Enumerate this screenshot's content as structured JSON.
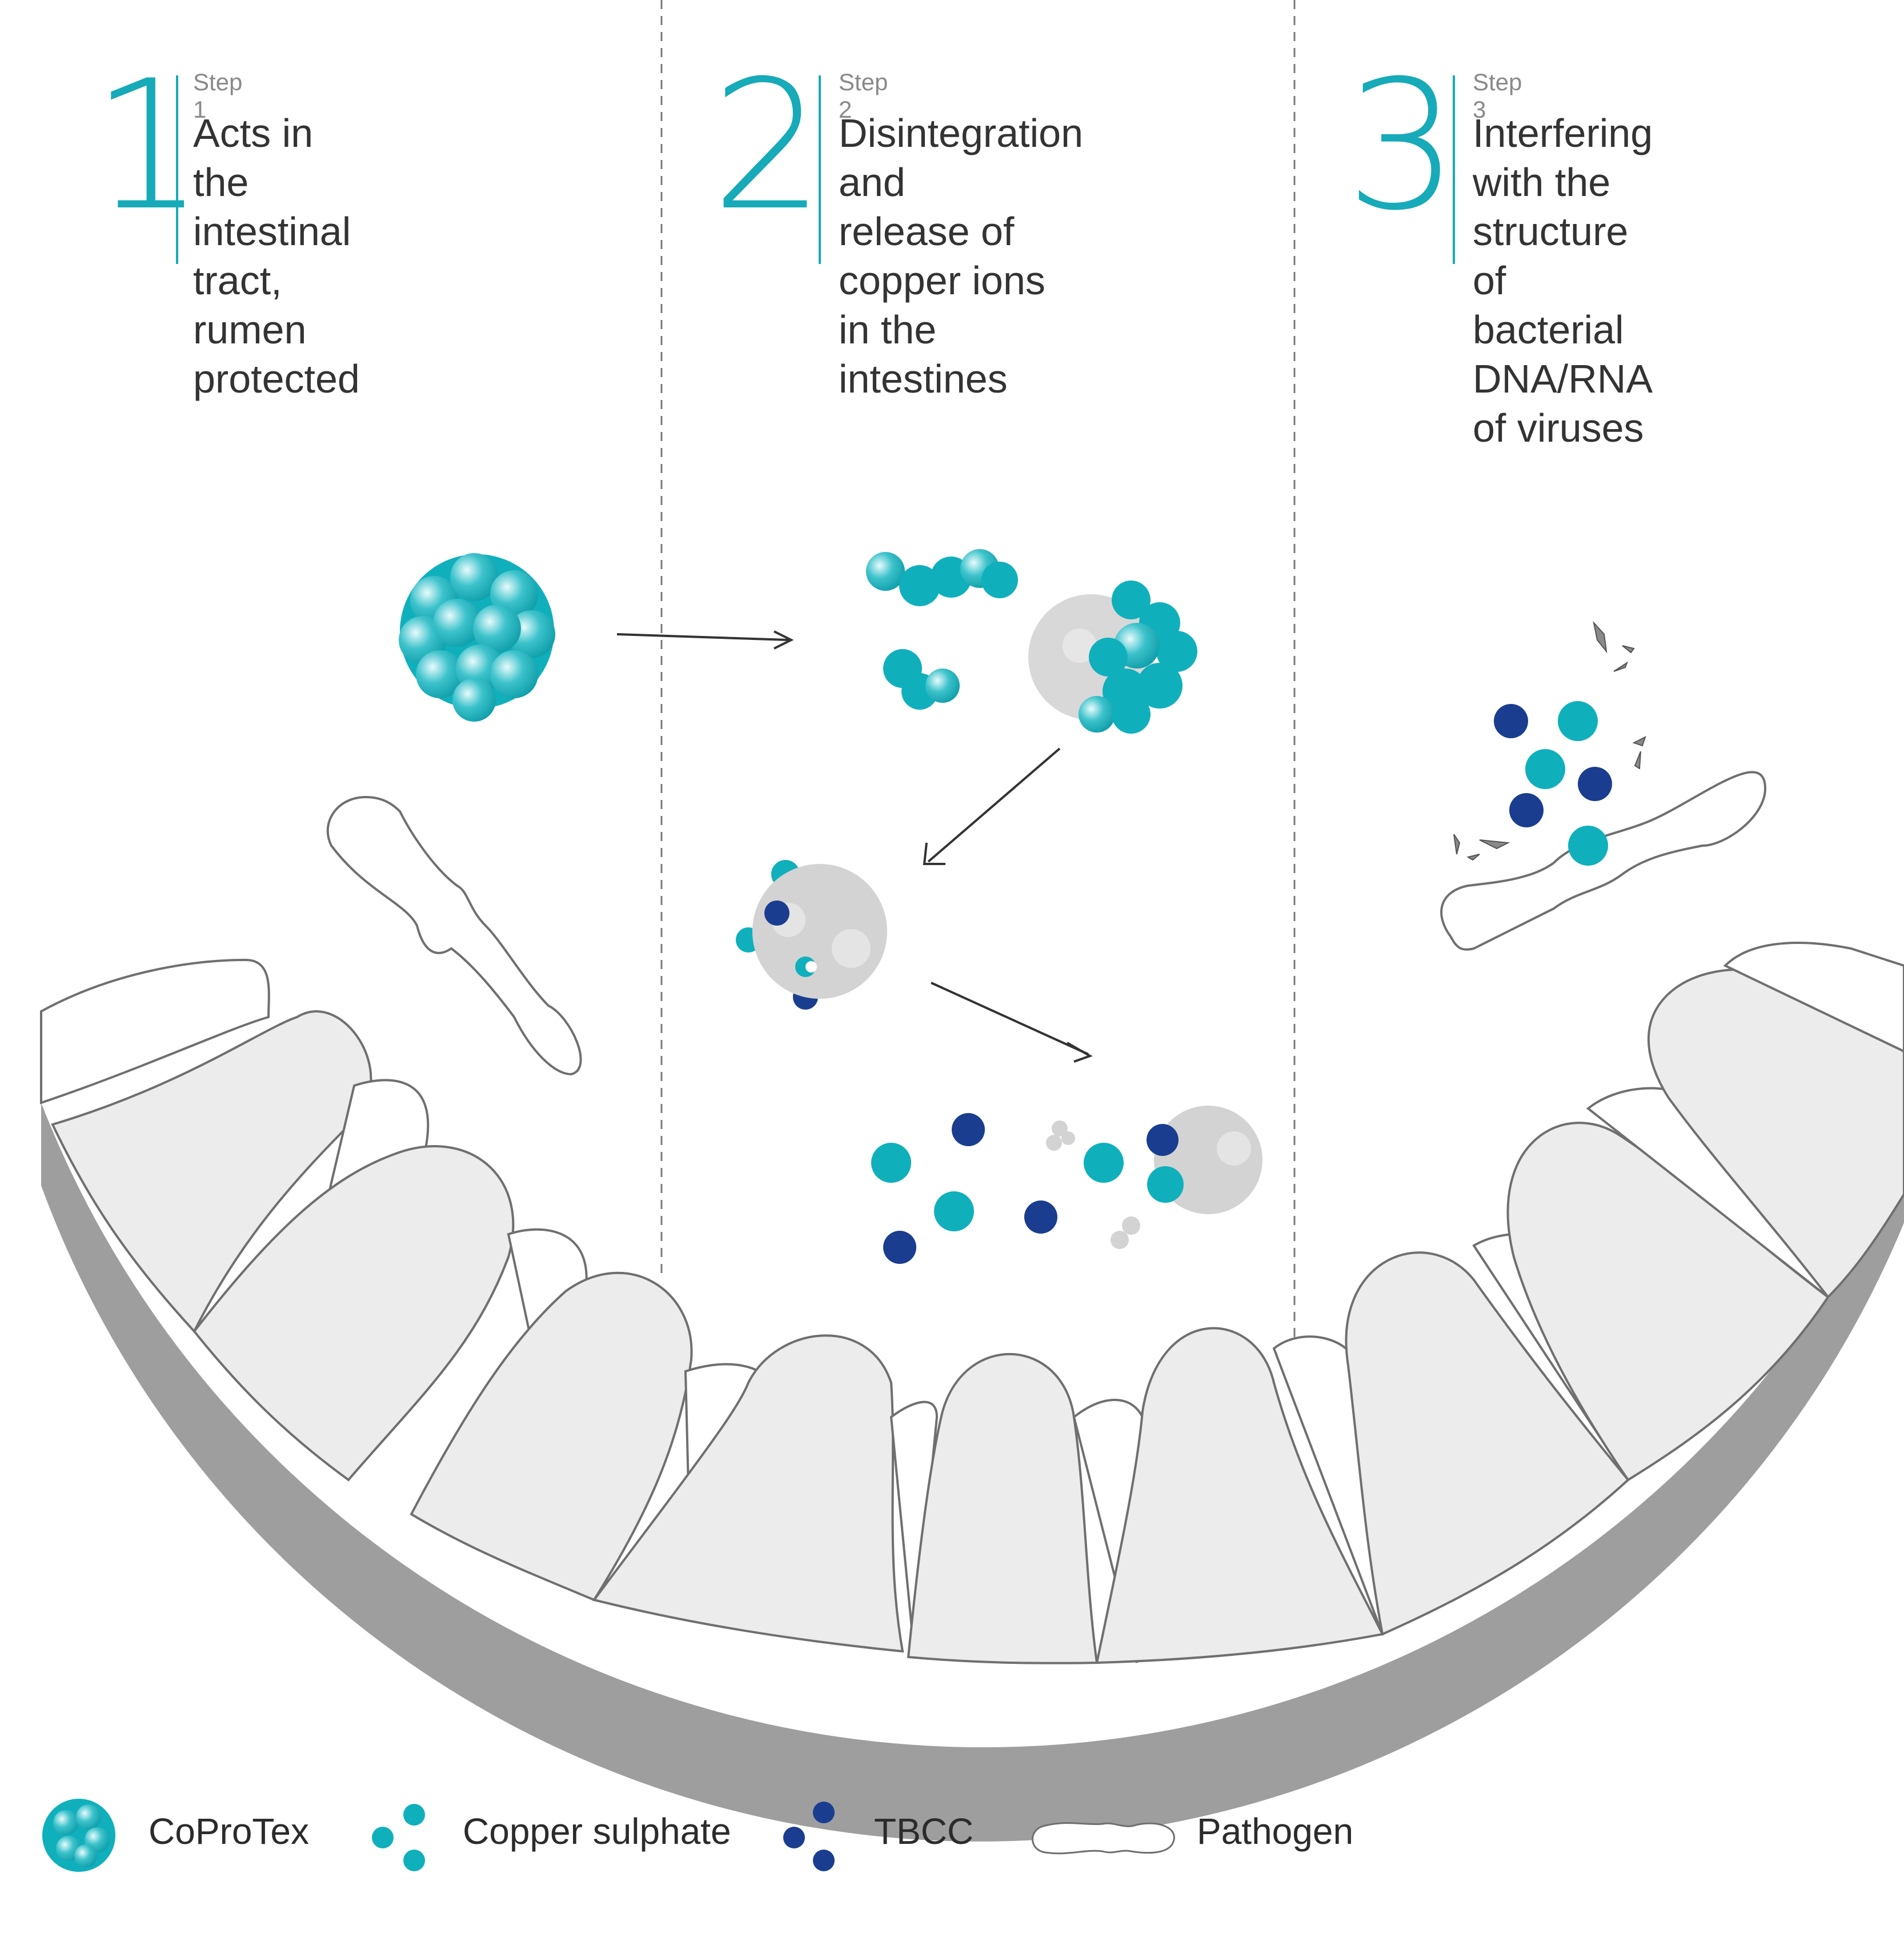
{
  "steps": [
    {
      "number": "1",
      "label": "Step 1",
      "text": "Acts in the\nintestinal tract,\nrumen protected"
    },
    {
      "number": "2",
      "label": "Step 2",
      "text": "Disintegration and\nrelease of copper ions\nin the intestines"
    },
    {
      "number": "3",
      "label": "Step 3",
      "text": "Interfering with the\nstructure of bacterial\nDNA/RNA of viruses"
    }
  ],
  "legend": [
    {
      "icon": "coprotex-icon",
      "label": "CoProTex"
    },
    {
      "icon": "copper-sulphate-icon",
      "label": "Copper sulphate"
    },
    {
      "icon": "tbcc-icon",
      "label": "TBCC"
    },
    {
      "icon": "pathogen-icon",
      "label": "Pathogen"
    }
  ],
  "colors": {
    "teal": "#0fb0bc",
    "navy": "#1a3d8f",
    "grey_particle": "#d3d3d3",
    "villi_fill": "#ececec",
    "wall": "#9e9e9e",
    "outline": "#6f6f6f"
  }
}
